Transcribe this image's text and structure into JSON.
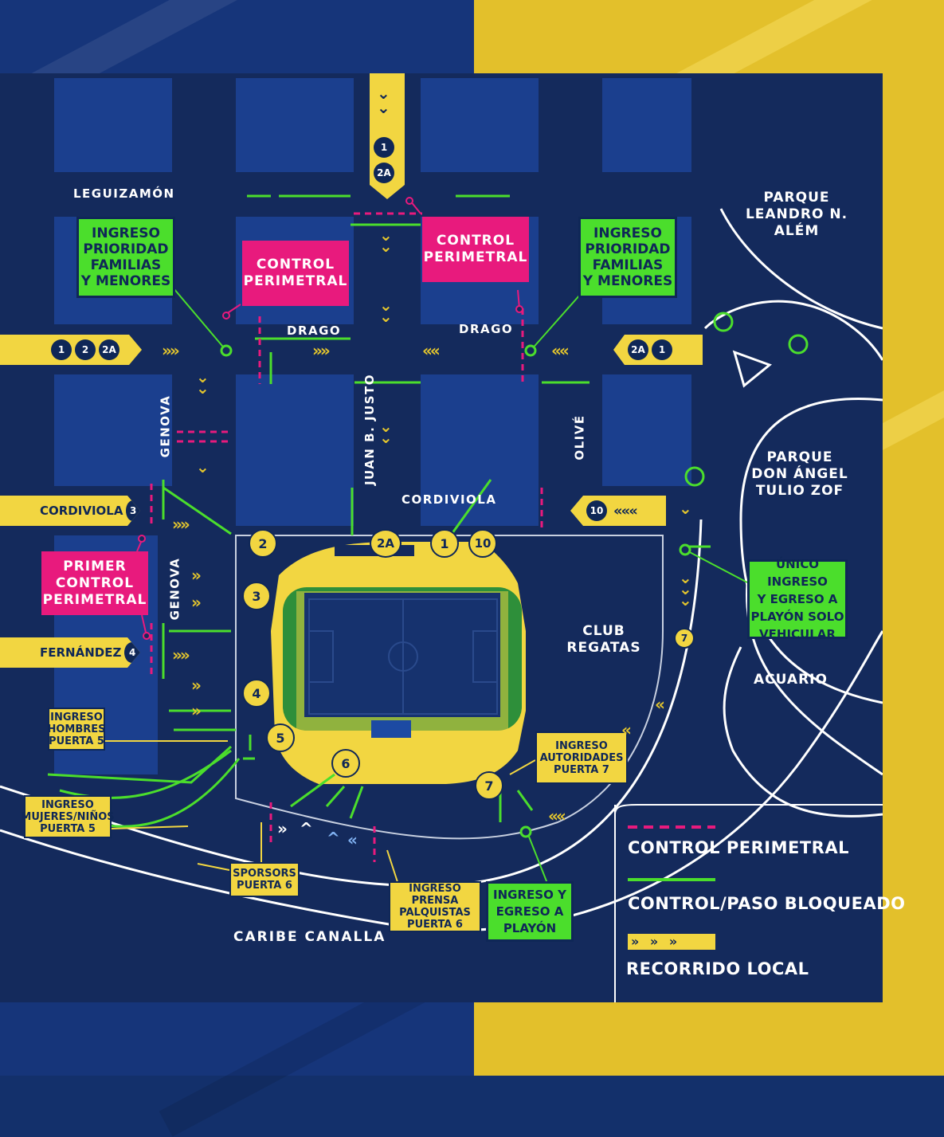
{
  "colors": {
    "map_background": "#142a5c",
    "block": "#1b3f8e",
    "control_perimetral": "#e81a7d",
    "control_paso_bloqueado": "#4bde2c",
    "recorrido_local": "#f2d641"
  },
  "streets": {
    "leguizamon": "LEGUIZAMÓN",
    "drago_left": "DRAGO",
    "drago_right": "DRAGO",
    "genova_top": "GENOVA",
    "genova_bottom": "GENOVA",
    "juan_b_justo": "JUAN B. JUSTO",
    "olive": "OLIVÉ",
    "cordiviola": "CORDIVIOLA",
    "caribe_canalla": "CARIBE CANALLA"
  },
  "places": {
    "parque_alem": [
      "PARQUE",
      "LEANDRO N.",
      "ALÉM"
    ],
    "parque_zof": [
      "PARQUE",
      "DON ÁNGEL",
      "TULIO ZOF"
    ],
    "club_regatas": [
      "CLUB",
      "REGATAS"
    ],
    "acuario": "ACUARIO"
  },
  "green_boxes": {
    "prioridad_left": [
      "INGRESO",
      "PRIORIDAD",
      "FAMILIAS",
      "Y MENORES"
    ],
    "prioridad_right": [
      "INGRESO",
      "PRIORIDAD",
      "FAMILIAS",
      "Y MENORES"
    ],
    "unico_ingreso": [
      "ÚNICO INGRESO",
      "Y EGRESO A",
      "PLAYÓN SOLO",
      "VEHICULAR"
    ],
    "ingreso_playon": [
      "INGRESO Y",
      "EGRESO A",
      "PLAYÓN"
    ]
  },
  "pink_boxes": {
    "control_left": [
      "CONTROL",
      "PERIMETRAL"
    ],
    "control_right": [
      "CONTROL",
      "PERIMETRAL"
    ],
    "primer_control": [
      "PRIMER",
      "CONTROL",
      "PERIMETRAL"
    ]
  },
  "yellow_boxes": {
    "hombres": [
      "INGRESO",
      "HOMBRES",
      "PUERTA 5"
    ],
    "mujeres": [
      "INGRESO",
      "MUJERES/NIÑOS",
      "PUERTA 5"
    ],
    "sponsors": [
      "SPORSORS",
      "PUERTA 6"
    ],
    "prensa": [
      "INGRESO PRENSA",
      "PALQUISTAS",
      "PUERTA 6"
    ],
    "autoridades": [
      "INGRESO",
      "AUTORIDADES",
      "PUERTA 7"
    ]
  },
  "arrow_tags": {
    "drago_west": [
      "1",
      "2",
      "2A"
    ],
    "drago_east": [
      "2A",
      "1"
    ],
    "cordiviola_west": {
      "label": "CORDIVIOLA",
      "num": "3"
    },
    "fernandez_west": {
      "label": "FERNÁNDEZ",
      "num": "4"
    },
    "cordiviola_east": "10",
    "north": [
      "1",
      "2A"
    ]
  },
  "gates": {
    "g2": "2",
    "g2a": "2A",
    "g1": "1",
    "g10": "10",
    "g3": "3",
    "g4": "4",
    "g5": "5",
    "g6": "6",
    "g7": "7",
    "g7_small": "7"
  },
  "legend": {
    "control_perimetral": "CONTROL PERIMETRAL",
    "control_paso_bloqueado": "CONTROL/PASO BLOQUEADO",
    "recorrido_local": "RECORRIDO LOCAL"
  }
}
